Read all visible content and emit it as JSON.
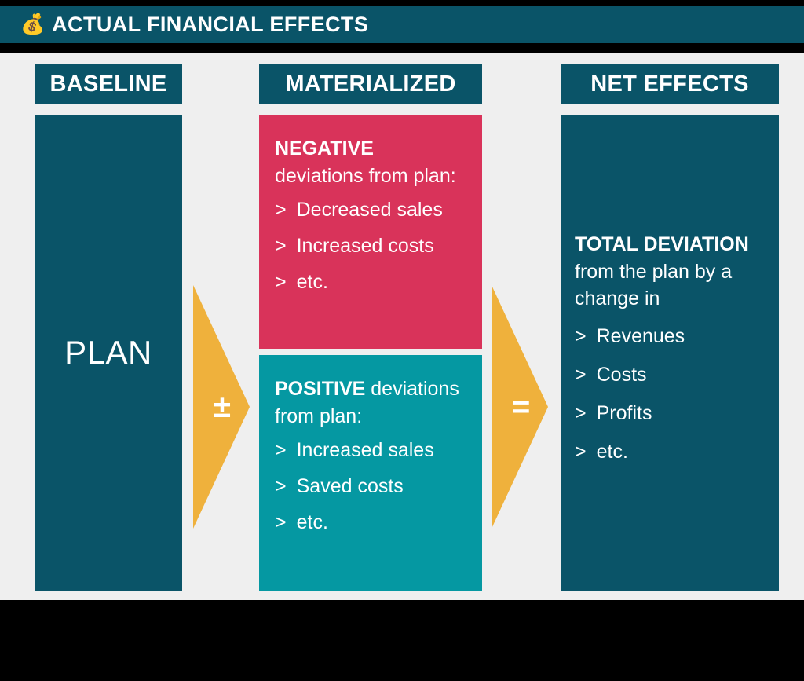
{
  "header": {
    "icon": "money-bag-icon",
    "icon_glyph": "💰",
    "title": "ACTUAL FINANCIAL EFFECTS",
    "background_color": "#0A5468",
    "text_color": "#FFFFFF"
  },
  "colors": {
    "dark_teal": "#0A5468",
    "red": "#D9335A",
    "teal": "#0598A2",
    "amber": "#EFB13C",
    "canvas": "#EFEFEF",
    "frame": "#000000"
  },
  "columns": {
    "baseline": {
      "header": "BASELINE",
      "panel": {
        "label": "PLAN",
        "color": "#0A5468"
      }
    },
    "materialized": {
      "header": "MATERIALIZED",
      "panels": [
        {
          "name": "negative",
          "color": "#D9335A",
          "lead_bold": "NEGATIVE",
          "lead_rest": " deviations from plan:",
          "bullets": [
            {
              "marker": ">",
              "text": "Decreased sales"
            },
            {
              "marker": ">",
              "text": "Increased costs"
            },
            {
              "marker": ">",
              "text": "etc."
            }
          ]
        },
        {
          "name": "positive",
          "color": "#0598A2",
          "lead_bold": "POSITIVE",
          "lead_rest": " deviations from plan:",
          "bullets": [
            {
              "marker": ">",
              "text": "Increased sales"
            },
            {
              "marker": ">",
              "text": "Saved costs"
            },
            {
              "marker": ">",
              "text": "etc."
            }
          ]
        }
      ]
    },
    "net_effects": {
      "header": "NET EFFECTS",
      "panel": {
        "color": "#0A5468",
        "lead_bold": "TOTAL DEVIATION",
        "lead_rest": " from the plan by a change in",
        "bullets": [
          {
            "marker": ">",
            "text": "Revenues"
          },
          {
            "marker": ">",
            "text": "Costs"
          },
          {
            "marker": ">",
            "text": "Profits"
          },
          {
            "marker": ">",
            "text": "etc."
          }
        ]
      }
    }
  },
  "connectors": [
    {
      "name": "plus-arrow",
      "symbol": "±",
      "color": "#EFB13C",
      "direction": "right"
    },
    {
      "name": "equals-arrow",
      "symbol": "=",
      "color": "#EFB13C",
      "direction": "right"
    }
  ]
}
